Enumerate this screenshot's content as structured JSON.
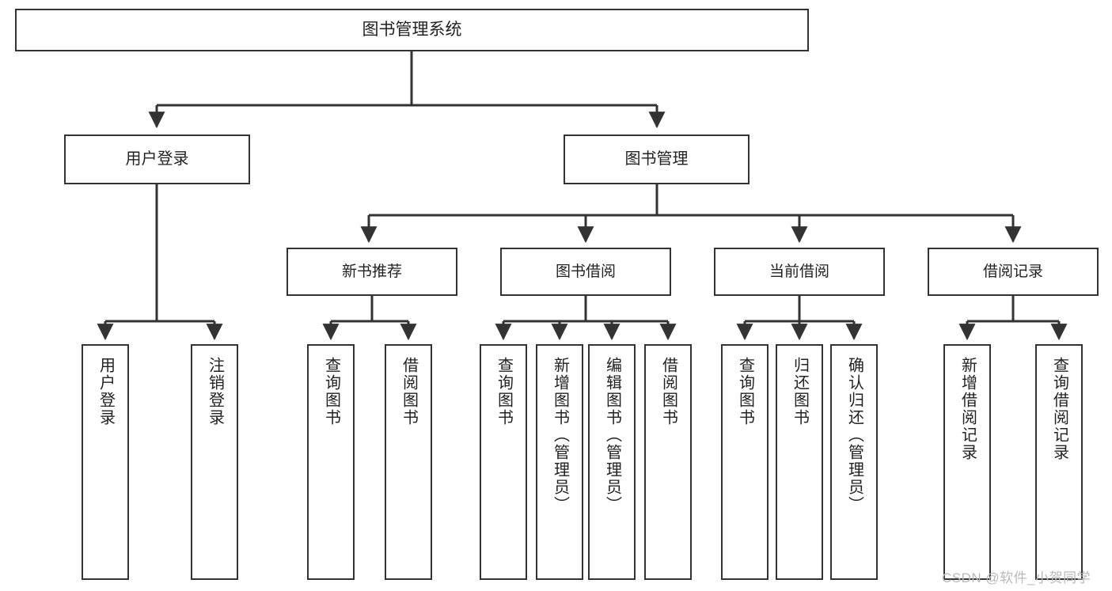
{
  "diagram": {
    "title": "图书管理系统",
    "root": {
      "label": "图书管理系统"
    },
    "level1": [
      {
        "label": "用户登录"
      },
      {
        "label": "图书管理"
      }
    ],
    "level2": [
      {
        "label": "新书推荐"
      },
      {
        "label": "图书借阅"
      },
      {
        "label": "当前借阅"
      },
      {
        "label": "借阅记录"
      }
    ],
    "leaves": {
      "user_login": [
        {
          "label": "用户登录"
        },
        {
          "label": "注销登录"
        }
      ],
      "new_book_recommend": [
        {
          "label": "查询图书"
        },
        {
          "label": "借阅图书"
        }
      ],
      "book_borrow": [
        {
          "label": "查询图书"
        },
        {
          "label": "新增图书（管理员）"
        },
        {
          "label": "编辑图书（管理员）"
        },
        {
          "label": "借阅图书"
        }
      ],
      "current_borrow": [
        {
          "label": "查询图书"
        },
        {
          "label": "归还图书"
        },
        {
          "label": "确认归还（管理员）"
        }
      ],
      "borrow_record": [
        {
          "label": "新增借阅记录"
        },
        {
          "label": "查询借阅记录"
        }
      ]
    }
  },
  "watermark": {
    "text": "CSDN @软件_小贺同学"
  },
  "colors": {
    "border": "#333333",
    "background": "#ffffff",
    "text": "#222222",
    "watermark": "#b9b9b9"
  }
}
